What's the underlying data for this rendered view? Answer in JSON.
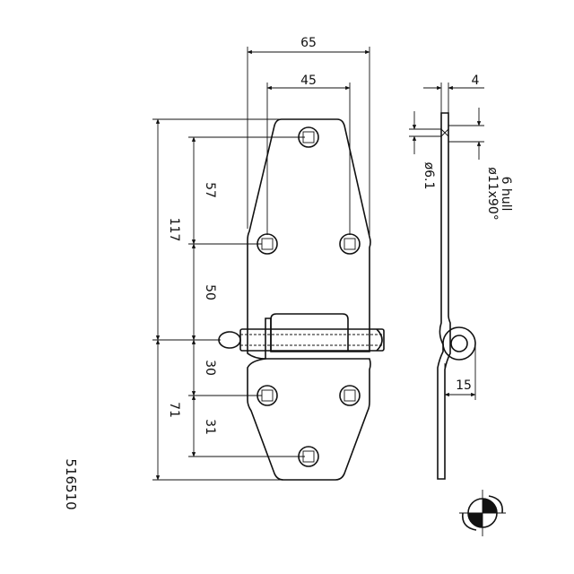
{
  "dimensions": {
    "width_total": "65",
    "hole_spacing_horizontal": "45",
    "height_upper": "117",
    "hole_spacing_upper": "57",
    "hole_to_pin_upper": "50",
    "pin_to_hole_lower": "30",
    "height_lower": "71",
    "hole_spacing_lower": "31",
    "thickness": "4",
    "hole_diameter": "ø6.1",
    "countersink_label": "6 hull",
    "countersink_spec": "ø11x90°",
    "knuckle_offset": "15"
  },
  "part_number": "516510"
}
